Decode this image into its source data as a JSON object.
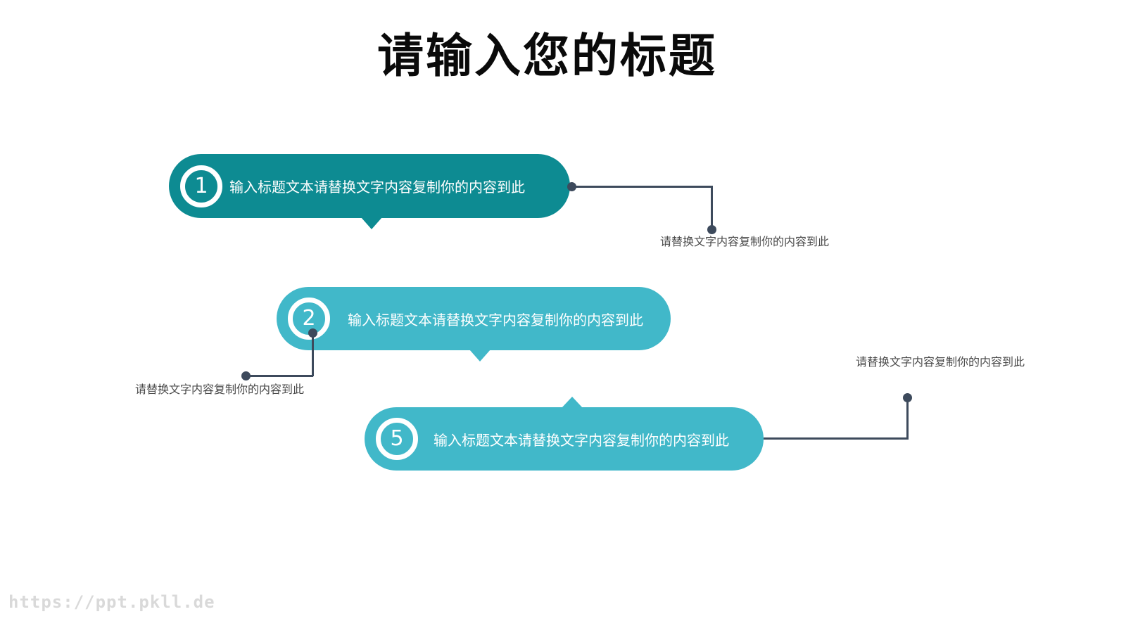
{
  "title": "请输入您的标题",
  "watermark": "https://ppt.pkll.de",
  "steps": [
    {
      "number": "1",
      "label": "输入标题文本请替换文字内容复制你的内容到此",
      "caption": "请替换文字内容复制你的内容到此",
      "fill_color": "#0d8b92"
    },
    {
      "number": "2",
      "label": "输入标题文本请替换文字内容复制你的内容到此",
      "caption": "请替换文字内容复制你的内容到此",
      "fill_color": "#41b8c9"
    },
    {
      "number": "5",
      "label": "输入标题文本请替换文字内容复制你的内容到此",
      "caption": "请替换文字内容复制你的内容到此",
      "fill_color": "#41b8c9"
    }
  ],
  "colors": {
    "step1_fill": "#0d8b92",
    "step2_fill": "#41b8c9",
    "step3_fill": "#41b8c9",
    "connector": "#3d4a5c",
    "caption_text": "#4a4a4a",
    "title_text": "#0a0a0a",
    "pill_text": "#ffffff",
    "watermark_text": "#d9d9d9"
  }
}
